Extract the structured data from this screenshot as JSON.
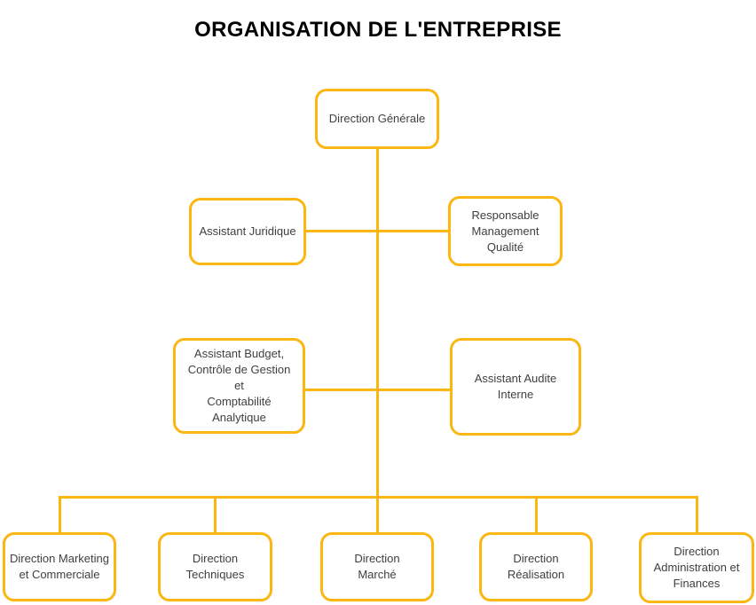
{
  "title": "ORGANISATION DE L'ENTREPRISE",
  "colors": {
    "accent": "#FBB612",
    "text": "#3F3F3F",
    "title": "#000000",
    "background": "#FFFFFF"
  },
  "nodes": {
    "direction-generale": {
      "label": "Direction Générale"
    },
    "assistant-juridique": {
      "label": "Assistant Juridique"
    },
    "responsable-management-qualite": {
      "label": "Responsable\nManagement\nQualité"
    },
    "assistant-budget": {
      "label": "Assistant Budget,\nContrôle de Gestion\net\nComptabilité\nAnalytique"
    },
    "assistant-audite-interne": {
      "label": "Assistant Audite\nInterne"
    },
    "direction-marketing-commerciale": {
      "label": "Direction Marketing\net Commerciale"
    },
    "direction-techniques": {
      "label": "Direction\nTechniques"
    },
    "direction-marche": {
      "label": "Direction\nMarché"
    },
    "direction-realisation": {
      "label": "Direction\nRéalisation"
    },
    "direction-administration-finances": {
      "label": "Direction\nAdministration et\nFinances"
    }
  },
  "structure": {
    "root": "Direction Générale",
    "staff-level-1": [
      "Assistant Juridique",
      "Responsable Management Qualité"
    ],
    "staff-level-2": [
      "Assistant Budget, Contrôle de Gestion et Comptabilité Analytique",
      "Assistant Audite Interne"
    ],
    "directions": [
      "Direction Marketing et Commerciale",
      "Direction Techniques",
      "Direction Marché",
      "Direction Réalisation",
      "Direction Administration et Finances"
    ]
  }
}
